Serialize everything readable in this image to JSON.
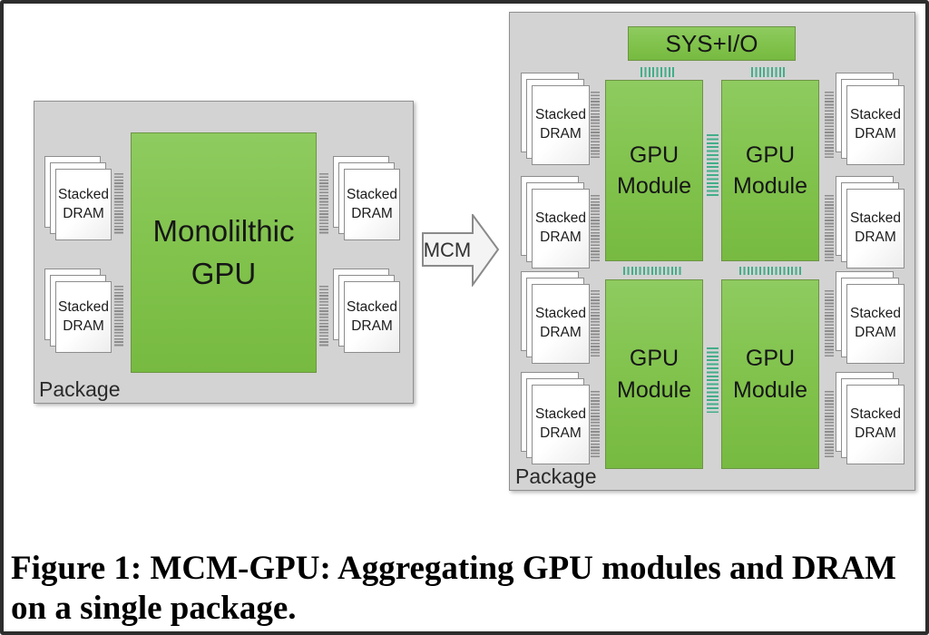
{
  "figure": {
    "caption_line1": "Figure 1: MCM-GPU: Aggregating GPU modules and DRAM",
    "caption_line2": "on a single package."
  },
  "arrow": {
    "label": "MCM"
  },
  "left_package": {
    "label": "Package",
    "gpu_label": "Monolilthic GPU",
    "dram_labels": [
      "Stacked DRAM",
      "Stacked DRAM",
      "Stacked DRAM",
      "Stacked DRAM"
    ]
  },
  "right_package": {
    "label": "Package",
    "sys_io_label": "SYS+I/O",
    "module_labels": [
      "GPU Module",
      "GPU Module",
      "GPU Module",
      "GPU Module"
    ],
    "dram_labels": [
      "Stacked DRAM",
      "Stacked DRAM",
      "Stacked DRAM",
      "Stacked DRAM",
      "Stacked DRAM",
      "Stacked DRAM",
      "Stacked DRAM",
      "Stacked DRAM"
    ]
  },
  "colors": {
    "module_green": "#80C24B",
    "link_teal": "#43AD89",
    "link_gray": "#8C8C8C",
    "package_gray": "#D3D3D3"
  }
}
